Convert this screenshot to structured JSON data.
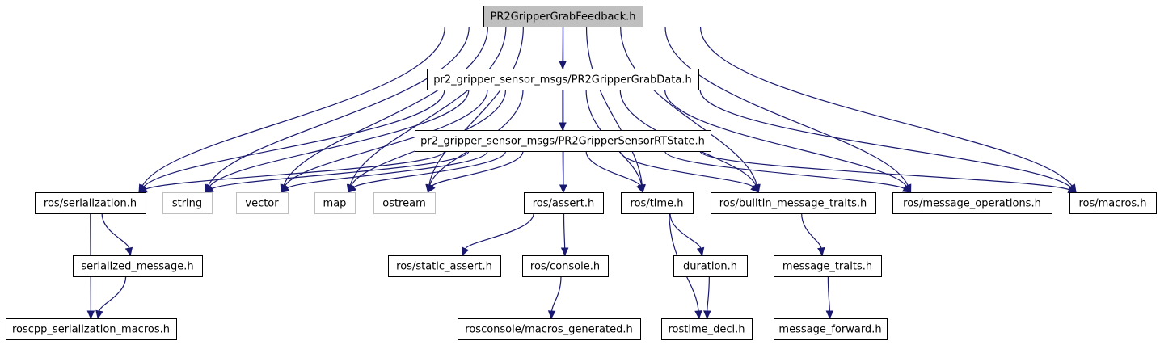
{
  "diagram": {
    "nodes": [
      {
        "id": "root",
        "label": "PR2GripperGrabFeedback.h",
        "kind": "root"
      },
      {
        "id": "grabdata",
        "label": "pr2_gripper_sensor_msgs/PR2GripperGrabData.h",
        "kind": "local"
      },
      {
        "id": "rtstate",
        "label": "pr2_gripper_sensor_msgs/PR2GripperSensorRTState.h",
        "kind": "local"
      },
      {
        "id": "serialization",
        "label": "ros/serialization.h",
        "kind": "local"
      },
      {
        "id": "string",
        "label": "string",
        "kind": "system"
      },
      {
        "id": "vector",
        "label": "vector",
        "kind": "system"
      },
      {
        "id": "map",
        "label": "map",
        "kind": "system"
      },
      {
        "id": "ostream",
        "label": "ostream",
        "kind": "system"
      },
      {
        "id": "assert",
        "label": "ros/assert.h",
        "kind": "local"
      },
      {
        "id": "time",
        "label": "ros/time.h",
        "kind": "local"
      },
      {
        "id": "bmt",
        "label": "ros/builtin_message_traits.h",
        "kind": "local"
      },
      {
        "id": "msgops",
        "label": "ros/message_operations.h",
        "kind": "local"
      },
      {
        "id": "macros",
        "label": "ros/macros.h",
        "kind": "local"
      },
      {
        "id": "sermsg",
        "label": "serialized_message.h",
        "kind": "local"
      },
      {
        "id": "staticassert",
        "label": "ros/static_assert.h",
        "kind": "local"
      },
      {
        "id": "console",
        "label": "ros/console.h",
        "kind": "local"
      },
      {
        "id": "duration",
        "label": "duration.h",
        "kind": "local"
      },
      {
        "id": "msgtraits",
        "label": "message_traits.h",
        "kind": "local"
      },
      {
        "id": "roscppmacros",
        "label": "roscpp_serialization_macros.h",
        "kind": "local"
      },
      {
        "id": "macrosgen",
        "label": "rosconsole/macros_generated.h",
        "kind": "local"
      },
      {
        "id": "rostimedecl",
        "label": "rostime_decl.h",
        "kind": "local"
      },
      {
        "id": "msgforward",
        "label": "message_forward.h",
        "kind": "local"
      }
    ],
    "edges": [
      [
        "root",
        "grabdata"
      ],
      [
        "root",
        "serialization"
      ],
      [
        "root",
        "string"
      ],
      [
        "root",
        "vector"
      ],
      [
        "root",
        "map"
      ],
      [
        "root",
        "ostream"
      ],
      [
        "root",
        "assert"
      ],
      [
        "root",
        "time"
      ],
      [
        "root",
        "bmt"
      ],
      [
        "root",
        "msgops"
      ],
      [
        "root",
        "macros"
      ],
      [
        "grabdata",
        "rtstate"
      ],
      [
        "grabdata",
        "serialization"
      ],
      [
        "grabdata",
        "string"
      ],
      [
        "grabdata",
        "vector"
      ],
      [
        "grabdata",
        "map"
      ],
      [
        "grabdata",
        "ostream"
      ],
      [
        "grabdata",
        "assert"
      ],
      [
        "grabdata",
        "time"
      ],
      [
        "grabdata",
        "bmt"
      ],
      [
        "grabdata",
        "msgops"
      ],
      [
        "grabdata",
        "macros"
      ],
      [
        "rtstate",
        "serialization"
      ],
      [
        "rtstate",
        "string"
      ],
      [
        "rtstate",
        "vector"
      ],
      [
        "rtstate",
        "map"
      ],
      [
        "rtstate",
        "ostream"
      ],
      [
        "rtstate",
        "assert"
      ],
      [
        "rtstate",
        "time"
      ],
      [
        "rtstate",
        "bmt"
      ],
      [
        "rtstate",
        "msgops"
      ],
      [
        "rtstate",
        "macros"
      ],
      [
        "serialization",
        "sermsg"
      ],
      [
        "serialization",
        "roscppmacros"
      ],
      [
        "sermsg",
        "roscppmacros"
      ],
      [
        "assert",
        "staticassert"
      ],
      [
        "assert",
        "console"
      ],
      [
        "console",
        "macrosgen"
      ],
      [
        "time",
        "duration"
      ],
      [
        "time",
        "rostimedecl"
      ],
      [
        "duration",
        "rostimedecl"
      ],
      [
        "bmt",
        "msgtraits"
      ],
      [
        "msgtraits",
        "msgforward"
      ]
    ]
  }
}
